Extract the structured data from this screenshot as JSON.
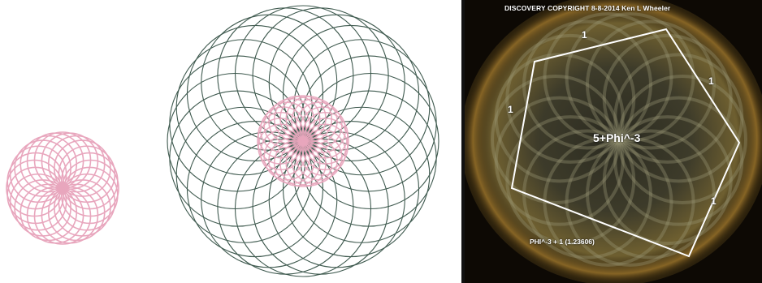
{
  "right_photo": {
    "copyright": "DISCOVERY COPYRIGHT 8-8-2014 Ken L Wheeler",
    "center_label": "5+Phi^-3",
    "side_labels": [
      "1",
      "1",
      "1",
      "1"
    ],
    "bottom_label": "PHI^-3 + 1 (1.23606)"
  },
  "colors": {
    "pink_rosette": "#e8a6bd",
    "dark_rosette": "#3f5a4f",
    "photo_glow": "#b59a45",
    "pentagon_line": "#ffffff"
  },
  "icons": [
    "small-pink-rosette",
    "large-dark-rosette",
    "glowing-dome-photo",
    "pentagon-outline"
  ]
}
